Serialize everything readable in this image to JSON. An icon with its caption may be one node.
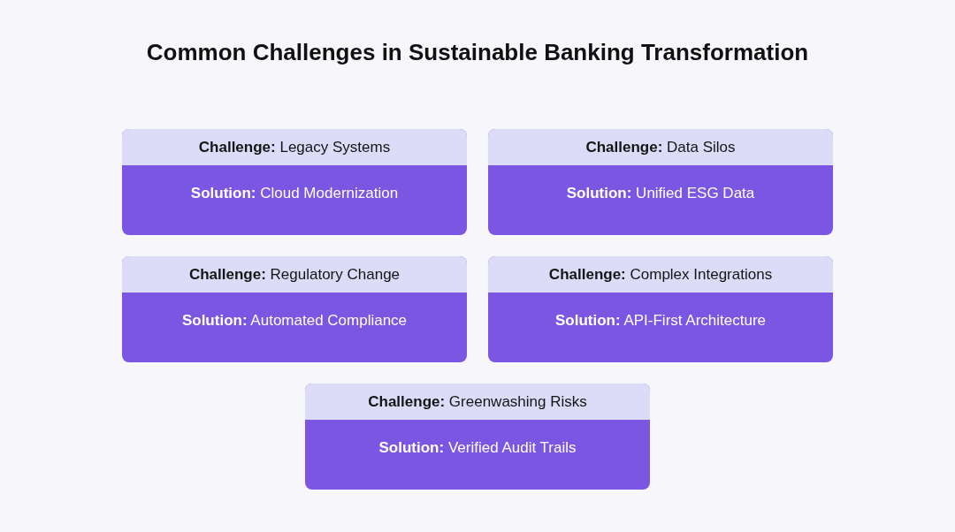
{
  "diagram": {
    "title": "Common Challenges in Sustainable Banking Transformation",
    "nodes": [
      {
        "text": [
          "**Challenge:** Legacy Systems",
          "**Solution:** Cloud Modernization"
        ]
      },
      {
        "text": [
          "**Challenge:** Data Silos",
          "**Solution:** Unified ESG Data"
        ]
      },
      {
        "text": [
          "**Challenge:** Regulatory Change",
          "**Solution:** Automated Compliance"
        ]
      },
      {
        "text": [
          "**Challenge:** Complex Integrations",
          "**Solution:** API-First Architecture"
        ]
      },
      {
        "text": [
          "**Challenge:** Greenwashing Risks",
          "**Solution:** Verified Audit Trails"
        ]
      }
    ]
  }
}
